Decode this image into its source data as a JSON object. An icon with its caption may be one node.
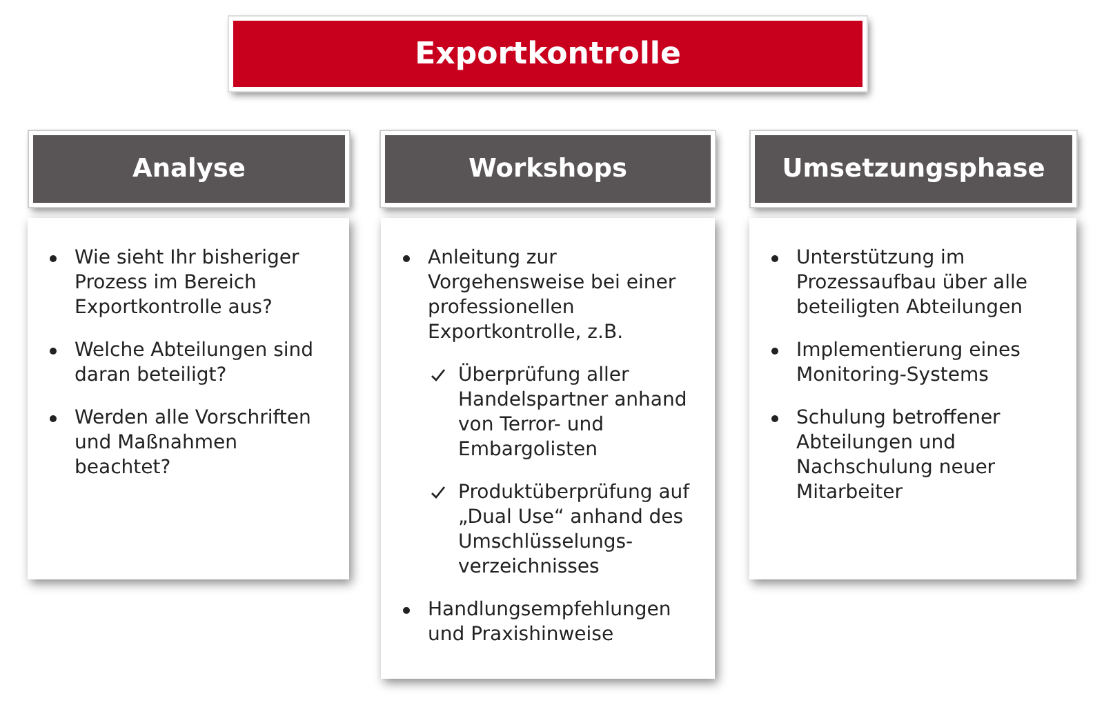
{
  "diagram": {
    "nodes": [
      {
        "text": [
          "Exportkontrolle"
        ]
      },
      {
        "text": [
          "Analyse"
        ]
      },
      {
        "text": [
          "Workshops"
        ]
      },
      {
        "text": [
          "Umsetzungsphase"
        ]
      },
      {
        "text": [
          "Wie sieht Ihr bisheriger Prozess im Bereich Exportkontrolle aus?",
          "Welche Abteilungen sind daran beteiligt?",
          "Werden alle Vorschriften und Maßnahmen beachtet?"
        ]
      },
      {
        "text": [
          "Anleitung zur Vorgehensweise bei einer professionellen Exportkontrolle, z.B.",
          "Überprüfung aller Handelspartner anhand von Terror- und Embargolisten",
          "Produktüberprüfung auf „Dual Use“ anhand des Umschlüsselungs-verzeichnisses",
          "Handlungsempfehlungen und Praxishinweise"
        ]
      },
      {
        "text": [
          "Unterstützung im Prozessaufbau über alle beteiligten Abteilungen",
          "Implementierung eines Monitoring-Systems",
          "Schulung betroffener Abteilungen und Nachschulung neuer Mitarbeiter"
        ]
      }
    ]
  }
}
